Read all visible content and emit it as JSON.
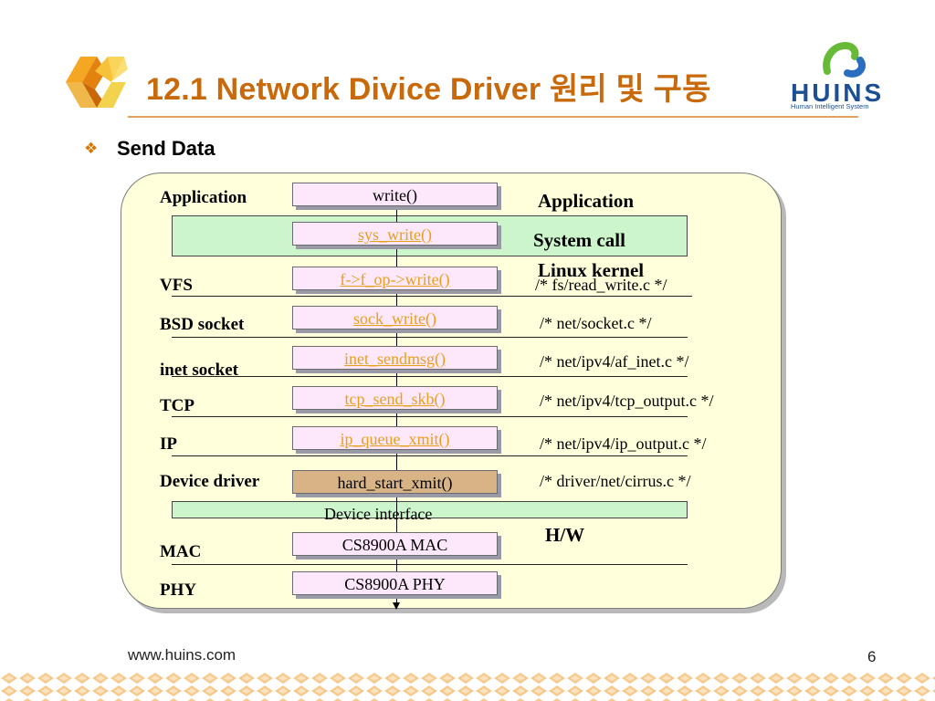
{
  "header": {
    "title": "12.1 Network Divice Driver 원리 및 구동",
    "brand_name": "HUINS",
    "brand_tagline": "Human Intelligent System"
  },
  "section": {
    "bullet_icon": "diamond-bullet-icon",
    "title": "Send Data"
  },
  "diagram": {
    "layers": [
      "Application",
      "VFS",
      "BSD socket",
      "inet socket",
      "TCP",
      "IP",
      "Device driver",
      "MAC",
      "PHY"
    ],
    "functions": [
      "write()",
      "sys_write()",
      "f->f_op->write()",
      "sock_write()",
      "inet_sendmsg()",
      "tcp_send_skb()",
      "ip_queue_xmit()",
      "hard_start_xmit()",
      "CS8900A MAC",
      "CS8900A PHY"
    ],
    "right_headers": [
      "Application",
      "System call",
      "Linux kernel",
      "H/W"
    ],
    "source_files": [
      "/* fs/read_write.c */",
      "/* net/socket.c */",
      "/* net/ipv4/af_inet.c */",
      "/* net/ipv4/tcp_output.c */",
      "/* net/ipv4/ip_output.c */",
      "/* driver/net/cirrus.c */"
    ],
    "device_interface": "Device interface"
  },
  "footer": {
    "url": "www.huins.com",
    "page": "6"
  },
  "colors": {
    "title": "#c86a0c",
    "brand": "#1d4f95",
    "panel": "#ffffdb",
    "green_band": "#ccf5cc",
    "function_box": "#fde8fb",
    "link_text": "#e5a11d",
    "driver_box": "#d7b386"
  }
}
